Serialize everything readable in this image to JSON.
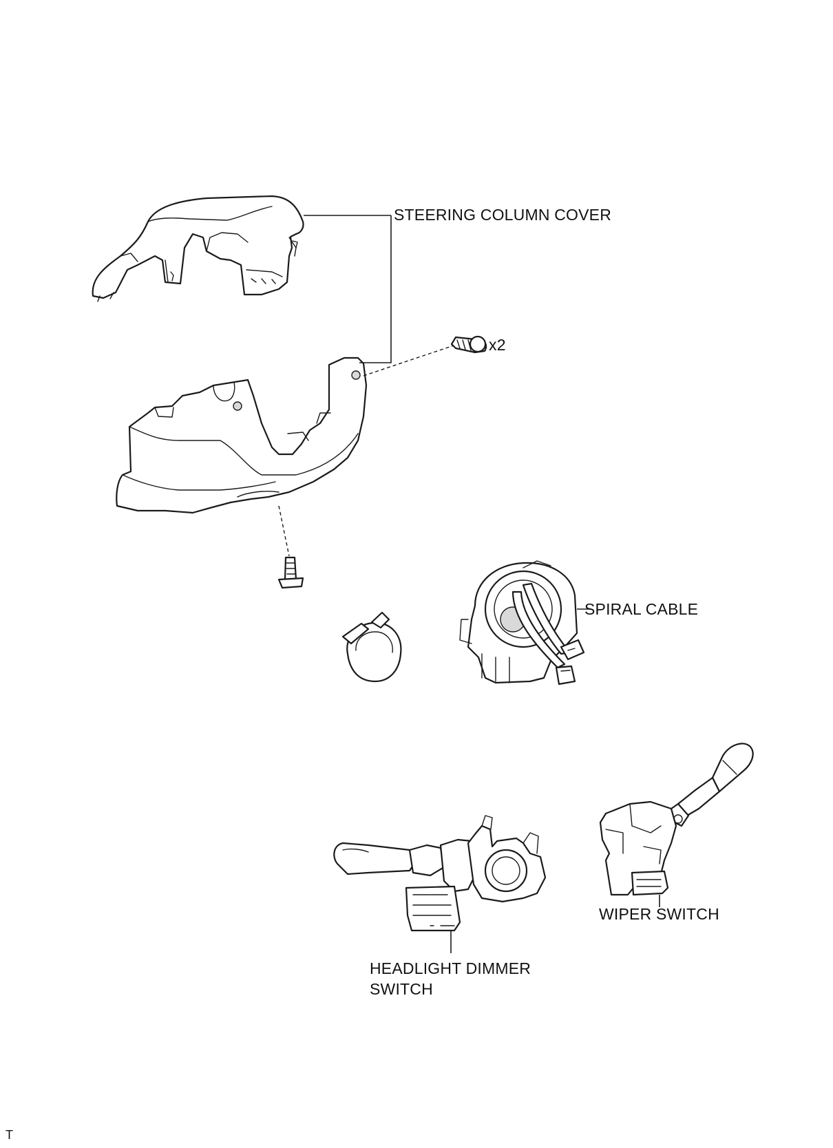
{
  "labels": {
    "steering_column_cover": "STEERING COLUMN COVER",
    "screw_qty": "x2",
    "spiral_cable": "SPIRAL CABLE",
    "wiper_switch": "WIPER SWITCH",
    "headlight_dimmer_line1": "HEADLIGHT DIMMER",
    "headlight_dimmer_line2": "SWITCH"
  },
  "corner_mark": "T"
}
